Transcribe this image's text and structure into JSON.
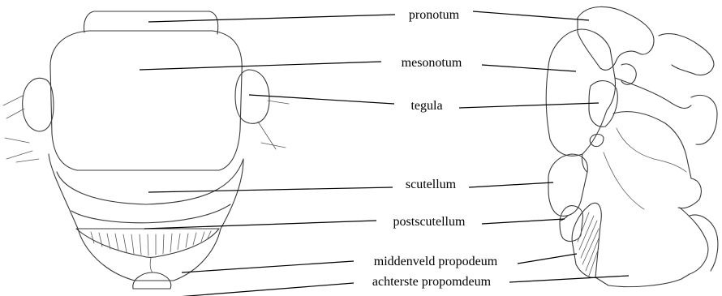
{
  "labels": {
    "pronotum": "pronotum",
    "mesonotum": "mesonotum",
    "tegula": "tegula",
    "scutellum": "scutellum",
    "postscutellum": "postscutellum",
    "middenveld": "middenveld propodeum",
    "achterste": "achterste propomdeum"
  }
}
